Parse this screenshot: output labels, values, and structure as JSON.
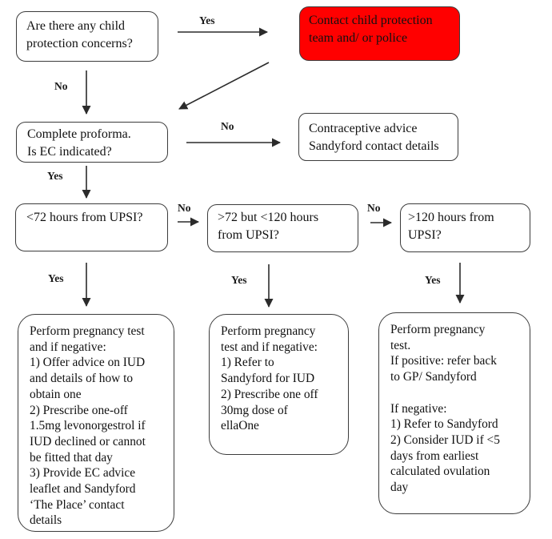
{
  "colors": {
    "alert_fill": "#ff0000",
    "line": "#2b2b2b"
  },
  "nodes": {
    "q_child_protection": {
      "text": "Are there any child\nprotection concerns?"
    },
    "contact_team": {
      "text": "Contact child protection\nteam and/ or police"
    },
    "complete_proforma": {
      "text": "Complete proforma.\nIs EC indicated?"
    },
    "contraceptive_advice": {
      "text": "Contraceptive advice\nSandyford contact details"
    },
    "under_72": {
      "text": "<72 hours from UPSI?"
    },
    "between_72_120": {
      "text": ">72 but <120 hours\nfrom UPSI?"
    },
    "over_120": {
      "text": ">120 hours from\nUPSI?"
    },
    "action_under_72": {
      "text": "Perform pregnancy test\nand if negative:\n1) Offer advice on IUD\nand details of how to\nobtain one\n2) Prescribe one-off\n1.5mg levonorgestrol if\nIUD declined or cannot\nbe fitted that day\n3) Provide EC advice\nleaflet and Sandyford\n‘The Place’ contact\ndetails"
    },
    "action_72_120": {
      "text": "Perform pregnancy\ntest and if negative:\n1) Refer to\nSandyford for IUD\n2) Prescribe one off\n30mg dose of\nellaOne"
    },
    "action_over_120": {
      "text": "Perform pregnancy\ntest.\nIf positive: refer back\nto GP/ Sandyford\n\nIf negative:\n1) Refer to Sandyford\n2) Consider IUD if <5\ndays from earliest\ncalculated ovulation\nday"
    }
  },
  "edge_labels": {
    "concerns_yes": "Yes",
    "concerns_no": "No",
    "ec_not_indicated_no": "No",
    "ec_indicated_yes": "Yes",
    "under72_no": "No",
    "between_no": "No",
    "under72_yes": "Yes",
    "between_yes": "Yes",
    "over120_yes": "Yes"
  }
}
